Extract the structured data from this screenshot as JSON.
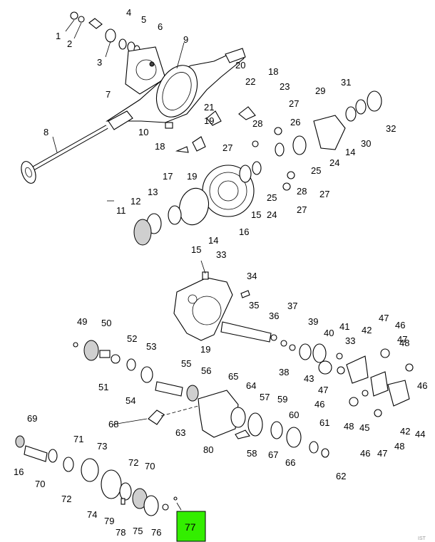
{
  "diagram": {
    "callouts": [
      "1",
      "2",
      "3",
      "4",
      "5",
      "6",
      "7",
      "8",
      "9",
      "10",
      "11",
      "12",
      "13",
      "14",
      "15",
      "16",
      "17",
      "18",
      "19",
      "20",
      "21",
      "22",
      "23",
      "24",
      "25",
      "26",
      "27",
      "28",
      "29",
      "30",
      "31",
      "32",
      "33",
      "34",
      "35",
      "36",
      "37",
      "38",
      "39",
      "40",
      "41",
      "42",
      "43",
      "44",
      "45",
      "46",
      "47",
      "48",
      "49",
      "50",
      "51",
      "52",
      "53",
      "54",
      "55",
      "56",
      "57",
      "58",
      "59",
      "60",
      "61",
      "62",
      "63",
      "64",
      "65",
      "66",
      "67",
      "68",
      "69",
      "70",
      "71",
      "72",
      "73",
      "74",
      "75",
      "76",
      "77",
      "78",
      "79",
      "80"
    ],
    "highlighted_part": "77",
    "highlight_color": "#33ee00",
    "corner_mark": "IST"
  }
}
